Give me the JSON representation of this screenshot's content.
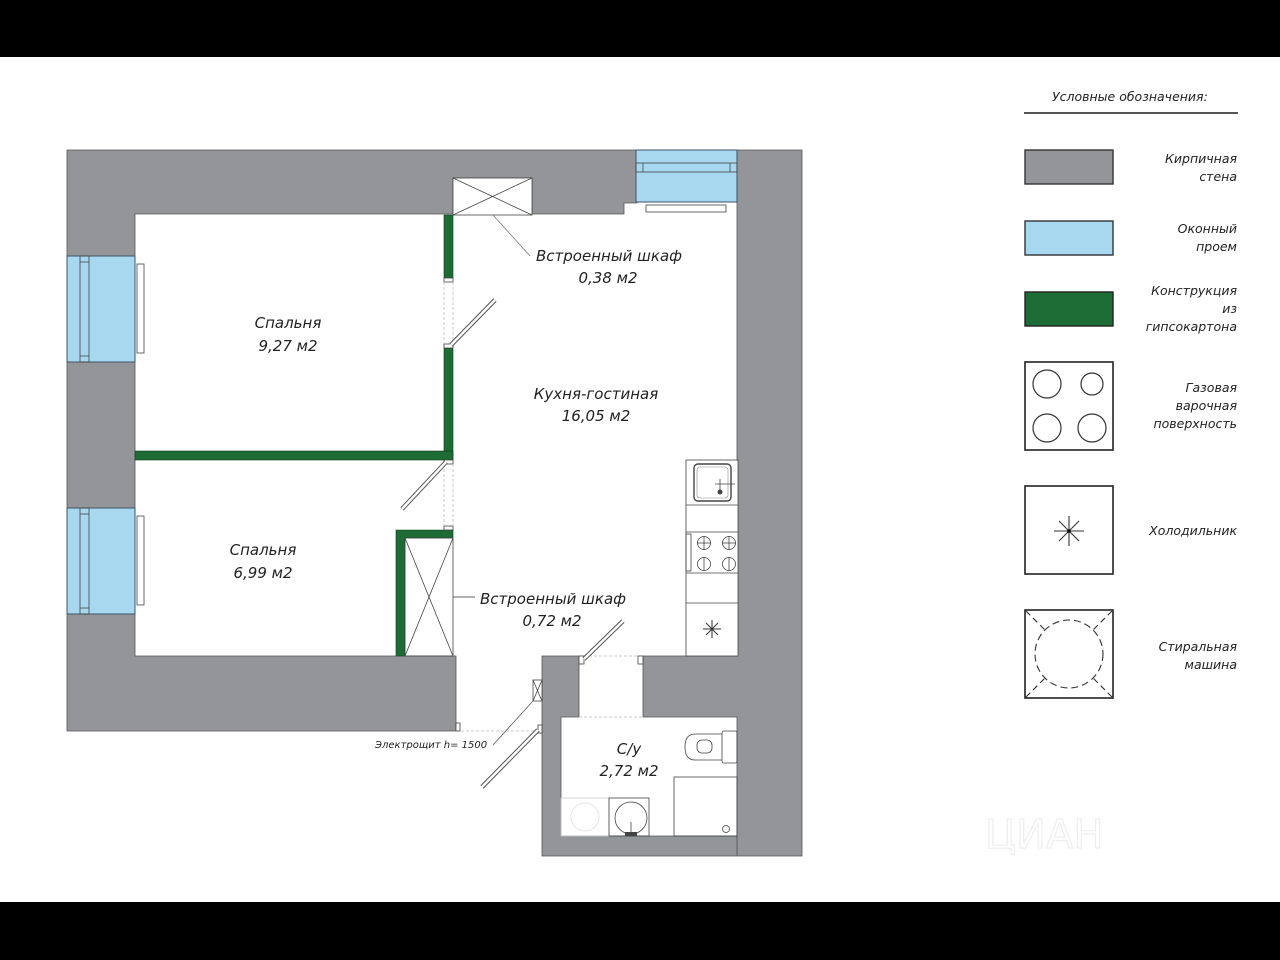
{
  "legend": {
    "title": "Условные обозначения:",
    "items": [
      {
        "key": "brick-wall",
        "lines": [
          "Кирпичная",
          "стена"
        ],
        "color": "#939598"
      },
      {
        "key": "window-opening",
        "lines": [
          "Оконный",
          "проем"
        ],
        "color": "#a8d8f0"
      },
      {
        "key": "drywall",
        "lines": [
          "Конструкция",
          "из",
          "гипсокартона"
        ],
        "color": "#1d6b35"
      },
      {
        "key": "gas-hob",
        "lines": [
          "Газовая",
          "варочная",
          "поверхность"
        ],
        "icon": "gas-hob-icon"
      },
      {
        "key": "fridge",
        "lines": [
          "Холодильник"
        ],
        "icon": "fridge-icon"
      },
      {
        "key": "washer",
        "lines": [
          "Стиральная",
          "машина"
        ],
        "icon": "washing-machine-icon"
      }
    ]
  },
  "rooms": {
    "bedroom1": {
      "name": "Спальня",
      "area": "9,27 м2"
    },
    "bedroom2": {
      "name": "Спальня",
      "area": "6,99 м2"
    },
    "kitchen": {
      "name": "Кухня-гостиная",
      "area": "16,05 м2"
    },
    "closet1": {
      "name": "Встроенный шкаф",
      "area": "0,38 м2"
    },
    "closet2": {
      "name": "Встроенный шкаф",
      "area": "0,72 м2"
    },
    "bathroom": {
      "name": "С/у",
      "area": "2,72 м2"
    }
  },
  "annotations": {
    "electrical_panel": "Электрощит h= 1500"
  },
  "watermark": "ЦИАН",
  "colors": {
    "wall": "#939598",
    "window": "#a8d8f0",
    "drywall": "#1d6b35"
  }
}
